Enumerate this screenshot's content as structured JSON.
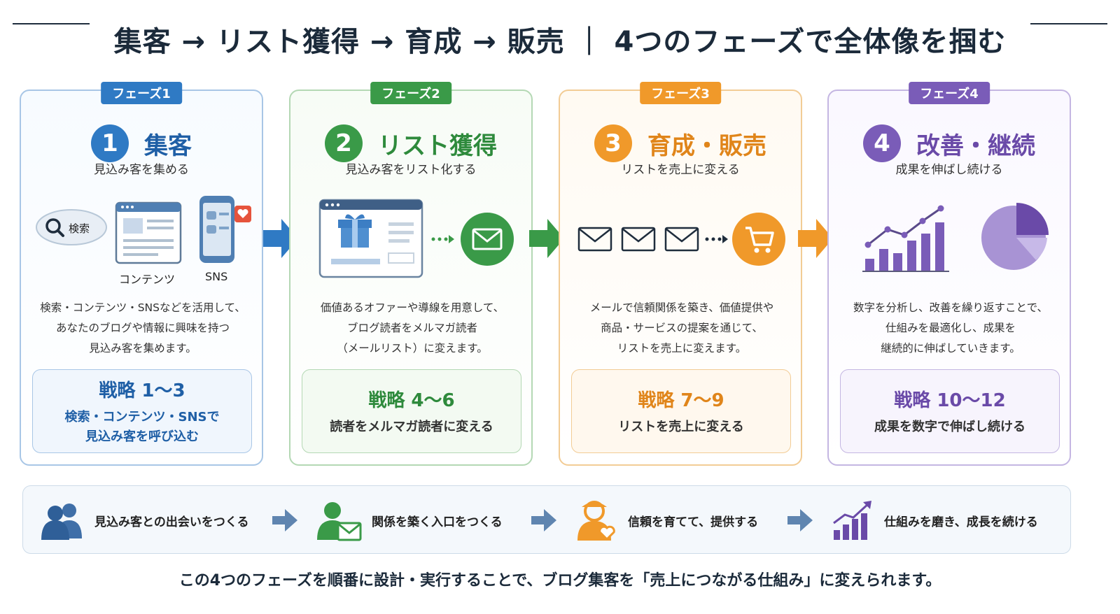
{
  "title": "集客 → リスト獲得 → 育成 → 販売 ｜ 4つのフェーズで全体像を掴む",
  "phases": [
    {
      "tab": "フェーズ1",
      "num": "1",
      "name": "集客",
      "subtitle": "見込み客を集める",
      "labels": {
        "search": "検索",
        "contents": "コンテンツ",
        "sns": "SNS"
      },
      "desc": [
        "検索・コンテンツ・SNSなどを活用して、",
        "あなたのブログや情報に興味を持つ",
        "見込み客を集めます。"
      ],
      "strategy_title": "戦略 1～3",
      "strategy_lines": [
        "検索・コンテンツ・SNSで",
        "見込み客を呼び込む"
      ]
    },
    {
      "tab": "フェーズ2",
      "num": "2",
      "name": "リスト獲得",
      "subtitle": "見込み客をリスト化する",
      "desc": [
        "価値あるオファーや導線を用意して、",
        "ブログ読者をメルマガ読者",
        "（メールリスト）に変えます。"
      ],
      "strategy_title": "戦略 4～6",
      "strategy_lines": [
        "読者をメルマガ読者に変える"
      ]
    },
    {
      "tab": "フェーズ3",
      "num": "3",
      "name": "育成・販売",
      "subtitle": "リストを売上に変える",
      "desc": [
        "メールで信頼関係を築き、価値提供や",
        "商品・サービスの提案を通じて、",
        "リストを売上に変えます。"
      ],
      "strategy_title": "戦略 7～9",
      "strategy_lines": [
        "リストを売上に変える"
      ]
    },
    {
      "tab": "フェーズ4",
      "num": "4",
      "name": "改善・継続",
      "subtitle": "成果を伸ばし続ける",
      "desc": [
        "数字を分析し、改善を繰り返すことで、",
        "仕組みを最適化し、成果を",
        "継続的に伸ばしていきます。"
      ],
      "strategy_title": "戦略 10～12",
      "strategy_lines": [
        "成果を数字で伸ばし続ける"
      ]
    }
  ],
  "steps": [
    {
      "label": "見込み客との出会いをつくる",
      "icon": "people-icon"
    },
    {
      "label": "関係を築く入口をつくる",
      "icon": "person-mail-icon"
    },
    {
      "label": "信頼を育てて、提供する",
      "icon": "person-heart-icon"
    },
    {
      "label": "仕組みを磨き、成長を続ける",
      "icon": "growth-chart-icon"
    }
  ],
  "footer": "この4つのフェーズを順番に設計・実行することで、ブログ集客を「売上につながる仕組み」に変えられます。",
  "colors": {
    "blue": "#2f7ac4",
    "green": "#3a9a48",
    "orange": "#f0992a",
    "purple": "#7a5cb8",
    "arrow_gray": "#5f85b0"
  }
}
